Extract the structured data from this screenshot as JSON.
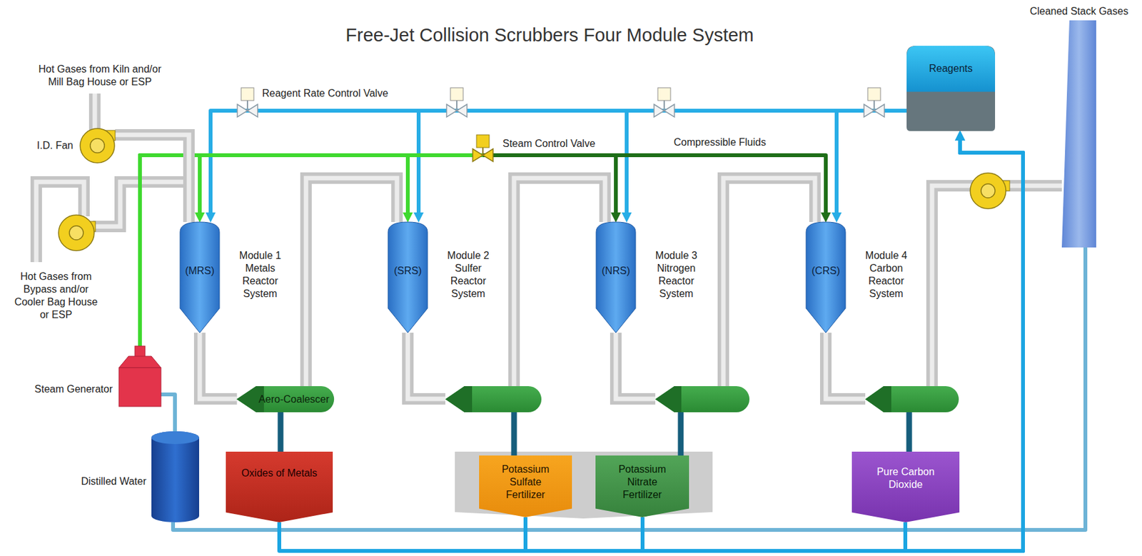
{
  "diagram": {
    "title": "Free-Jet Collision Scrubbers Four Module System",
    "nodes": [
      {
        "text": [
          "Cleaned Stack Gases"
        ]
      },
      {
        "text": [
          "Reagents"
        ]
      },
      {
        "text": [
          "I.D. Fan"
        ]
      },
      {
        "text": [
          "(MRS)",
          "Module 1 Metals Reactor System"
        ]
      },
      {
        "text": [
          "(SRS)",
          "Module 2 Sulfer Reactor System"
        ]
      },
      {
        "text": [
          "(NRS)",
          "Module 3 Nitrogen Reactor System"
        ]
      },
      {
        "text": [
          "(CRS)",
          "Module 4 Carbon Reactor System"
        ]
      },
      {
        "text": [
          "Steam Generator"
        ]
      },
      {
        "text": [
          "Aero-Coalescer"
        ]
      },
      {
        "text": [
          "Distilled Water"
        ]
      },
      {
        "text": [
          "Oxides of Metals"
        ]
      },
      {
        "text": [
          "Potassium Sulfate Fertilizer"
        ]
      },
      {
        "text": [
          "Potassium Nitrate Fertilizer"
        ]
      },
      {
        "text": [
          "Pure Carbon Dioxide"
        ]
      }
    ],
    "edges": [
      {
        "from": 1,
        "to": 3,
        "arrow": "to"
      },
      {
        "from": 1,
        "to": 4,
        "arrow": "to"
      },
      {
        "from": 1,
        "to": 5,
        "arrow": "to"
      },
      {
        "from": 1,
        "to": 6,
        "arrow": "to"
      },
      {
        "from": 7,
        "to": 3,
        "arrow": "to"
      },
      {
        "from": 7,
        "to": 4,
        "arrow": "to"
      },
      {
        "from": 7,
        "to": 5,
        "arrow": "to"
      },
      {
        "from": 7,
        "to": 6,
        "arrow": "to"
      },
      {
        "from": 2,
        "to": 3,
        "arrow": "none"
      },
      {
        "from": 3,
        "to": 8,
        "arrow": "none"
      },
      {
        "from": 8,
        "to": 4,
        "arrow": "none"
      },
      {
        "from": 8,
        "to": 10,
        "arrow": "none"
      },
      {
        "from": 9,
        "to": 7,
        "arrow": "none"
      },
      {
        "from": 0,
        "to": 9,
        "arrow": "none"
      },
      {
        "from": 10,
        "to": 1,
        "arrow": "to"
      },
      {
        "from": 11,
        "to": 1,
        "arrow": "to"
      },
      {
        "from": 12,
        "to": 1,
        "arrow": "to"
      },
      {
        "from": 13,
        "to": 1,
        "arrow": "to"
      }
    ],
    "labels": [
      "Hot Gases from Kiln and/or Mill Bag House or ESP",
      "Hot Gases from Bypass and/or Cooler Bag House or ESP",
      "Reagent Rate Control Valve",
      "Steam Control Valve",
      "Compressible Fluids"
    ]
  }
}
